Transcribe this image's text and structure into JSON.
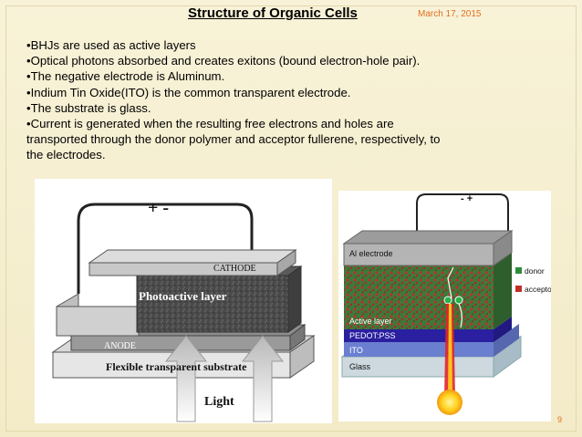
{
  "slide": {
    "title": "Structure of Organic Cells",
    "date": "March 17, 2015",
    "page_number": "9",
    "bullets": [
      "•BHJs are used as active layers",
      "•Optical photons absorbed and creates exitons (bound electron-hole pair).",
      "•The negative electrode is Aluminum.",
      "•Indium Tin Oxide(ITO) is the common transparent electrode.",
      "•The substrate is glass.",
      "•Current is generated when the resulting free electrons and holes are",
      "transported through the donor polymer and acceptor fullerene, respectively, to",
      "the electrodes."
    ]
  },
  "figure1": {
    "polarity": "+ -",
    "cathode": "CATHODE",
    "active": "Photoactive layer",
    "anode": "ANODE",
    "substrate": "Flexible transparent  substrate",
    "light": "Light"
  },
  "figure2": {
    "polarity": "- +",
    "al": "Al electrode",
    "active": "Active layer",
    "pedot": "PEDOT:PSS",
    "ito": "ITO",
    "glass": "Glass",
    "legend_donor": "donor",
    "legend_acceptor": "acceptor"
  },
  "colors": {
    "donor": "#2e8b3a",
    "acceptor": "#c0302a",
    "pedot": "#2a1fa0",
    "ito": "#6b7fd0",
    "date": "#e07020"
  }
}
